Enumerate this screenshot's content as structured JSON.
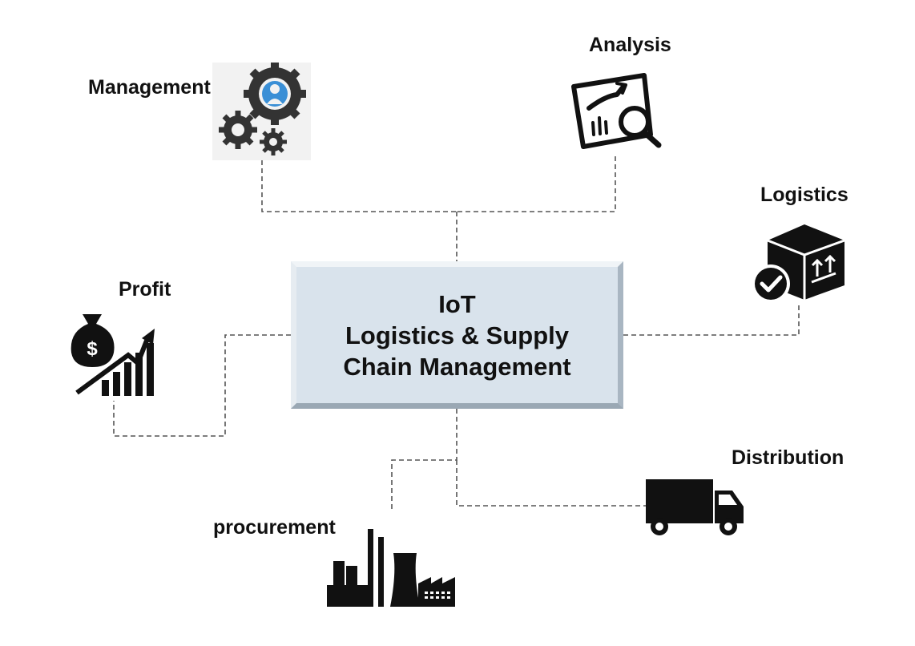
{
  "center": {
    "line1": "IoT",
    "line2": "Logistics & Supply",
    "line3": "Chain Management"
  },
  "nodes": {
    "management": {
      "label": "Management",
      "icon": "gears-person-icon"
    },
    "analysis": {
      "label": "Analysis",
      "icon": "chart-magnifier-icon"
    },
    "logistics": {
      "label": "Logistics",
      "icon": "box-check-icon"
    },
    "profit": {
      "label": "Profit",
      "icon": "money-bag-growth-icon"
    },
    "distribution": {
      "label": "Distribution",
      "icon": "truck-icon"
    },
    "procurement": {
      "label": "procurement",
      "icon": "factory-icon"
    }
  },
  "colors": {
    "center_fill": "#d9e3ec",
    "connector": "#555555",
    "icon": "#111111",
    "person_accent": "#3a8fd6"
  }
}
